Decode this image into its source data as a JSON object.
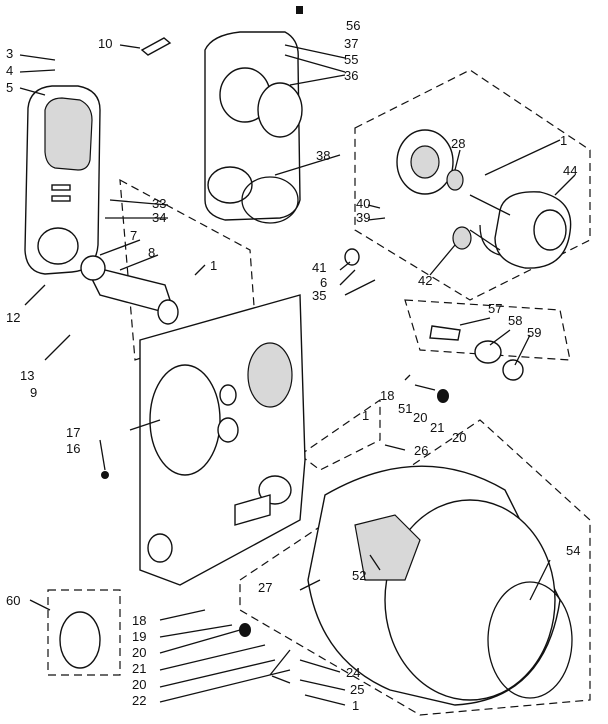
{
  "diagram": {
    "colors": {
      "ink": "#111111",
      "paper": "#ffffff"
    },
    "parts": [
      {
        "id": "p1",
        "name": "rear-panel",
        "label": "17"
      },
      {
        "id": "p2",
        "name": "drum",
        "label": "27"
      },
      {
        "id": "p3",
        "name": "blower-housing",
        "label": "37"
      },
      {
        "id": "p4",
        "name": "motor",
        "label": "44"
      },
      {
        "id": "p5",
        "name": "front-panel-duct",
        "label": "5"
      }
    ],
    "callouts": [
      {
        "key": "c56",
        "text": "56"
      },
      {
        "key": "c37",
        "text": "37"
      },
      {
        "key": "c55",
        "text": "55"
      },
      {
        "key": "c36",
        "text": "36"
      },
      {
        "key": "c3",
        "text": "3"
      },
      {
        "key": "c4",
        "text": "4"
      },
      {
        "key": "c5",
        "text": "5"
      },
      {
        "key": "c10",
        "text": "10"
      },
      {
        "key": "c1a",
        "text": "1"
      },
      {
        "key": "c28",
        "text": "28"
      },
      {
        "key": "c44",
        "text": "44"
      },
      {
        "key": "c38",
        "text": "38"
      },
      {
        "key": "c33",
        "text": "33"
      },
      {
        "key": "c34",
        "text": "34"
      },
      {
        "key": "c40",
        "text": "40"
      },
      {
        "key": "c39",
        "text": "39"
      },
      {
        "key": "c7",
        "text": "7"
      },
      {
        "key": "c8",
        "text": "8"
      },
      {
        "key": "c1b",
        "text": "1"
      },
      {
        "key": "c41",
        "text": "41"
      },
      {
        "key": "c6",
        "text": "6"
      },
      {
        "key": "c42",
        "text": "42"
      },
      {
        "key": "c35",
        "text": "35"
      },
      {
        "key": "c12",
        "text": "12"
      },
      {
        "key": "c57",
        "text": "57"
      },
      {
        "key": "c58",
        "text": "58"
      },
      {
        "key": "c59",
        "text": "59"
      },
      {
        "key": "c13",
        "text": "13"
      },
      {
        "key": "c9",
        "text": "9"
      },
      {
        "key": "c18a",
        "text": "18"
      },
      {
        "key": "c51",
        "text": "51"
      },
      {
        "key": "c20a",
        "text": "20"
      },
      {
        "key": "c21a",
        "text": "21"
      },
      {
        "key": "c20b",
        "text": "20"
      },
      {
        "key": "c1c",
        "text": "1"
      },
      {
        "key": "c17",
        "text": "17"
      },
      {
        "key": "c16",
        "text": "16"
      },
      {
        "key": "c26",
        "text": "26"
      },
      {
        "key": "c54",
        "text": "54"
      },
      {
        "key": "c52",
        "text": "52"
      },
      {
        "key": "c27",
        "text": "27"
      },
      {
        "key": "c60",
        "text": "60"
      },
      {
        "key": "c18b",
        "text": "18"
      },
      {
        "key": "c19",
        "text": "19"
      },
      {
        "key": "c20c",
        "text": "20"
      },
      {
        "key": "c21b",
        "text": "21"
      },
      {
        "key": "c20d",
        "text": "20"
      },
      {
        "key": "c22",
        "text": "22"
      },
      {
        "key": "c24",
        "text": "24"
      },
      {
        "key": "c25",
        "text": "25"
      },
      {
        "key": "c1d",
        "text": "1"
      }
    ]
  }
}
